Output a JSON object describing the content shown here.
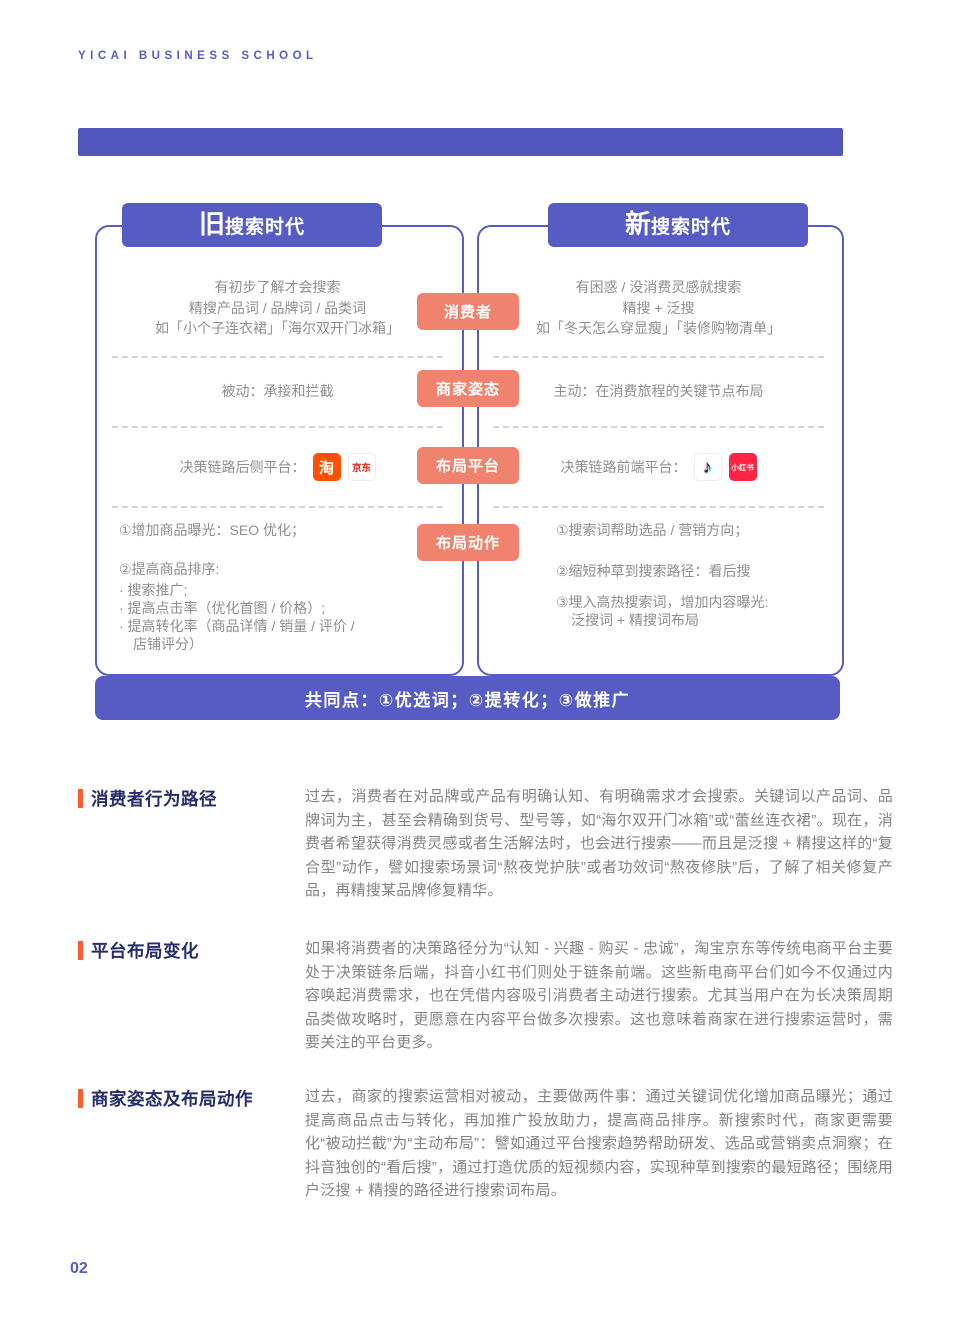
{
  "brand": "YICAI BUSINESS SCHOOL",
  "page_number": "02",
  "colors": {
    "primary_purple": "#575CC5",
    "button_salmon": "#F0836D",
    "accent_orange": "#FB5D2C",
    "taobao_orange": "#FF5000",
    "jd_red": "#E1251B",
    "xiaohongshu_red": "#FF2442"
  },
  "diagram": {
    "center_labels": [
      "消费者",
      "商家姿态",
      "布局平台",
      "布局动作"
    ],
    "left": {
      "title_prefix": "旧",
      "title_rest": "搜索时代",
      "consumer_lines": [
        "有初步了解才会搜索",
        "精搜产品词 / 品牌词 / 品类词",
        "如「小个子连衣裙」「海尔双开门冰箱」"
      ],
      "stance": "被动：承接和拦截",
      "platform_label": "决策链路后侧平台：",
      "platform_icons": [
        "淘",
        "京东"
      ],
      "action_lines": [
        "①增加商品曝光：SEO 优化；",
        "②提高商品排序:",
        "· 搜索推广;",
        "· 提高点击率（优化首图 / 价格）;",
        "· 提高转化率（商品详情 / 销量 / 评价 /",
        "店铺评分）"
      ]
    },
    "right": {
      "title_prefix": "新",
      "title_rest": "搜索时代",
      "consumer_lines": [
        "有困惑 / 没消费灵感就搜索",
        "精搜 + 泛搜",
        "如「冬天怎么穿显瘦」「装修购物清单」"
      ],
      "stance": "主动：在消费旅程的关键节点布局",
      "platform_label": "决策链路前端平台：",
      "platform_icons": [
        "♪",
        "小红书"
      ],
      "action_lines": [
        "①搜索词帮助选品 / 营销方向；",
        "②缩短种草到搜索路径：看后搜",
        "③埋入高热搜索词，增加内容曝光:",
        "泛搜词 + 精搜词布局"
      ]
    },
    "footer": "共同点：①优选词；②提转化；③做推广"
  },
  "sections": [
    {
      "title": "消费者行为路径",
      "body": "过去，消费者在对品牌或产品有明确认知、有明确需求才会搜索。关键词以产品词、品牌词为主，甚至会精确到货号、型号等，如“海尔双开门冰箱”或“蕾丝连衣裙”。现在，消费者希望获得消费灵感或者生活解法时，也会进行搜索——而且是泛搜 + 精搜这样的“复合型”动作，譬如搜索场景词“熬夜党护肤”或者功效词“熬夜修肤”后，了解了相关修复产品，再精搜某品牌修复精华。"
    },
    {
      "title": "平台布局变化",
      "body": "如果将消费者的决策路径分为“认知 - 兴趣 - 购买 - 忠诚”，淘宝京东等传统电商平台主要处于决策链条后端，抖音小红书们则处于链条前端。这些新电商平台们如今不仅通过内容唤起消费需求，也在凭借内容吸引消费者主动进行搜索。尤其当用户在为长决策周期品类做攻略时，更愿意在内容平台做多次搜索。这也意味着商家在进行搜索运营时，需要关注的平台更多。"
    },
    {
      "title": "商家姿态及布局动作",
      "body": "过去，商家的搜索运营相对被动，主要做两件事：通过关键词优化增加商品曝光；通过提高商品点击与转化，再加推广投放助力，提高商品排序。新搜索时代，商家更需要化“被动拦截”为“主动布局”：譬如通过平台搜索趋势帮助研发、选品或营销卖点洞察；在抖音独创的“看后搜”，通过打造优质的短视频内容，实现种草到搜索的最短路径；围绕用户泛搜 + 精搜的路径进行搜索词布局。"
    }
  ]
}
